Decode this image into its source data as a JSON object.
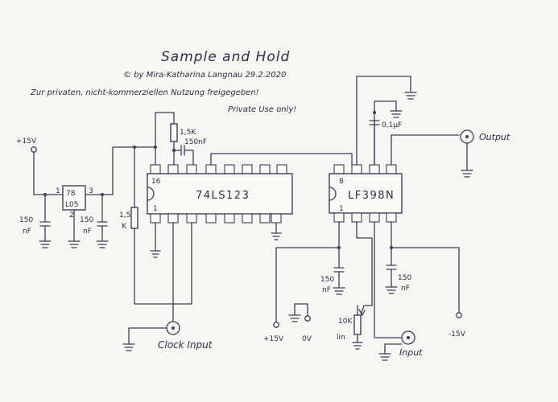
{
  "header": {
    "title": "Sample and Hold",
    "byline": "© by Mira-Katharina Langnau 29.2.2020",
    "license_line": "Zur privaten, nicht-kommerziellen Nutzung freigegeben!",
    "private_use": "Private Use only!"
  },
  "supply_left": {
    "label": "+15V"
  },
  "regulator": {
    "top": "78",
    "bottom": "L05",
    "pin1": "1",
    "pin2": "2",
    "pin3": "3"
  },
  "cap_in": {
    "value": "150",
    "unit": "nF"
  },
  "cap_out": {
    "value": "150",
    "unit": "nF"
  },
  "res_left": {
    "value": "1,5",
    "unit": "K"
  },
  "res_top": {
    "value": "1,5K"
  },
  "cap_timing": {
    "value": "150nF"
  },
  "ic1": {
    "name": "74LS123",
    "pin_top": "16",
    "pin_bottom": "1"
  },
  "ic2": {
    "name": "LF398N",
    "pin_top": "8",
    "pin_bottom": "1"
  },
  "cap_hold_top": {
    "value": "0,1µF"
  },
  "output": {
    "label": "Output"
  },
  "cap_hold_a": {
    "value": "150",
    "unit": "nF"
  },
  "cap_hold_b": {
    "value": "150",
    "unit": "nF"
  },
  "pot": {
    "value": "10K",
    "type": "lin"
  },
  "rail_pos": {
    "label": "+15V"
  },
  "rail_gnd": {
    "label": "0V"
  },
  "rail_neg": {
    "label": "-15V"
  },
  "clock_input": {
    "label": "Clock Input"
  },
  "signal_input": {
    "label": "Input"
  }
}
